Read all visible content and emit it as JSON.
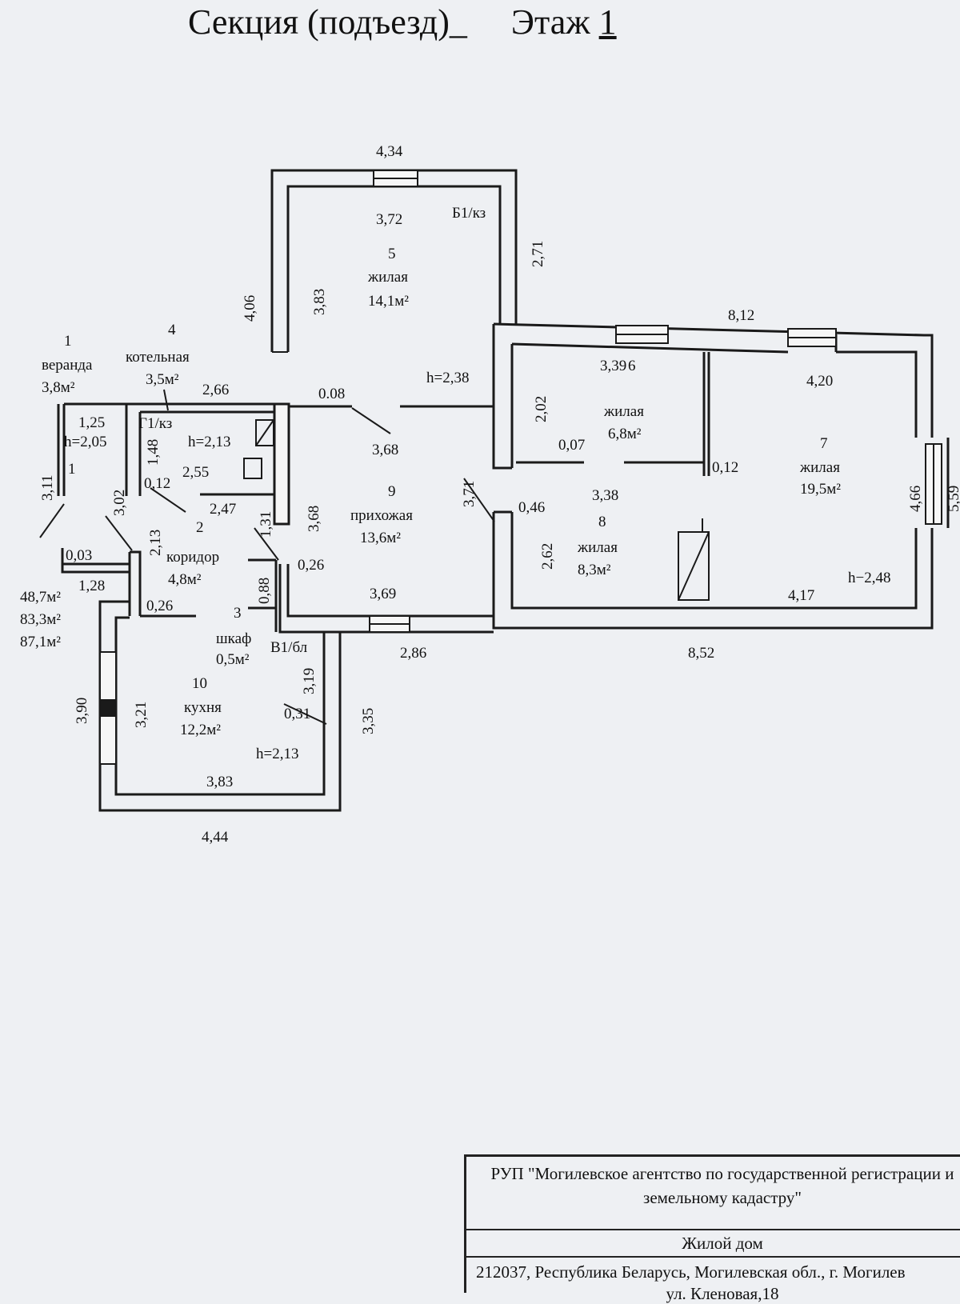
{
  "header": {
    "section_label": "Секция (подъезд)_",
    "floor_label": "Этаж",
    "floor_number": "1"
  },
  "rooms": [
    {
      "id": "1",
      "name": "веранда",
      "area": "3,8м²"
    },
    {
      "id": "2",
      "name": "коридор",
      "area": "4,8м²"
    },
    {
      "id": "3",
      "name": "шкаф",
      "area": "0,5м²"
    },
    {
      "id": "4",
      "name": "котельная",
      "area": "3,5м²"
    },
    {
      "id": "5",
      "name": "жилая",
      "area": "14,1м²"
    },
    {
      "id": "6",
      "name": "жилая",
      "area": "6,8м²"
    },
    {
      "id": "7",
      "name": "жилая",
      "area": "19,5м²"
    },
    {
      "id": "8",
      "name": "жилая",
      "area": "8,3м²"
    },
    {
      "id": "9",
      "name": "прихожая",
      "area": "13,6м²"
    },
    {
      "id": "10",
      "name": "кухня",
      "area": "12,2м²"
    }
  ],
  "heights": [
    "h=2,05",
    "h=2,13",
    "h=2,38",
    "h−2,48",
    "h=2,13"
  ],
  "codes": [
    "Б1/кз",
    "Г1/кз",
    "В1/бл"
  ],
  "dimensions": [
    "4,34",
    "3,72",
    "4,06",
    "3,83",
    "2,71",
    "8,12",
    "3,39",
    "4,20",
    "2,02",
    "0,07",
    "0,12",
    "3,38",
    "4,66",
    "5,59",
    "2,62",
    "0,46",
    "3,71",
    "4,17",
    "8,52",
    "1,25",
    "3,11",
    "3,02",
    "2,66",
    "1,48",
    "2,55",
    "0,12",
    "2,47",
    "1,31",
    "3,68",
    "0.08",
    "3,68",
    "2,13",
    "0,03",
    "1,28",
    "0,26",
    "0,26",
    "0,88",
    "3,69",
    "2,86",
    "3,90",
    "3,21",
    "3,19",
    "0,31",
    "3,35",
    "3,83",
    "4,44",
    "1"
  ],
  "totals": [
    "48,7м²",
    "83,3м²",
    "87,1м²"
  ],
  "title_block": {
    "organization": "РУП \"Могилевское агентство по государственной регистрации и земельному кадастру\"",
    "object_type": "Жилой дом",
    "address": "212037, Республика Беларусь, Могилевская обл., г. Могилев",
    "street": "ул. Кленовая,18"
  }
}
